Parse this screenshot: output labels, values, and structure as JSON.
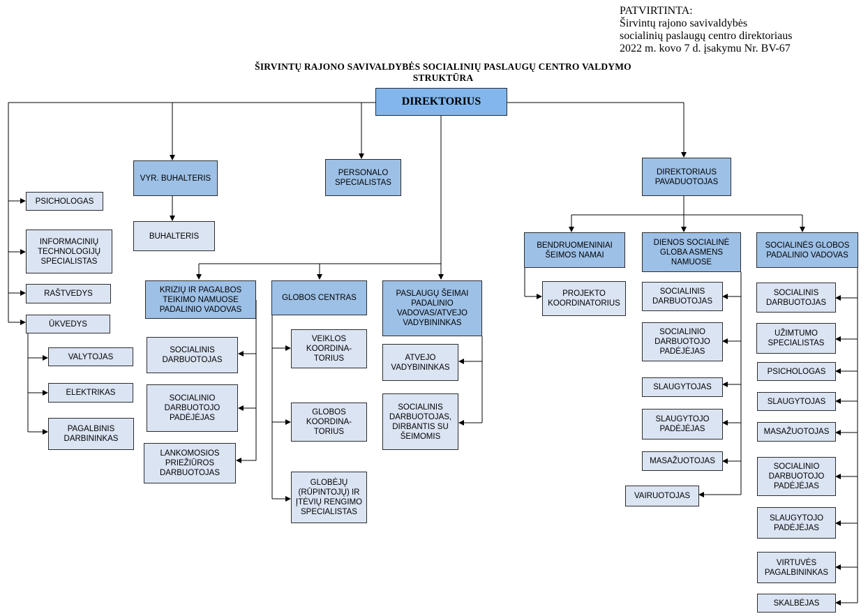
{
  "approval": {
    "line1": "PATVIRTINTA:",
    "line2": "Širvintų rajono savivaldybės",
    "line3": "socialinių paslaugų centro direktoriaus",
    "line4": "2022 m. kovo 7 d. įsakymu Nr. BV-67"
  },
  "title": {
    "line1": "ŠIRVINTŲ RAJONO SAVIVALDYBĖS SOCIALINIŲ PASLAUGŲ CENTRO VALDYMO",
    "line2": "STRUKTŪRA"
  },
  "colors": {
    "top": "#82b6ec",
    "unit": "#9dc0e6",
    "staff": "#dbe4f3",
    "border": "#2b2b2b"
  },
  "boxes": {
    "direktorius": "DIREKTORIUS",
    "vyr_buhalteris": "VYR. BUHALTERIS",
    "buhalteris": "BUHALTERIS",
    "personalo": "PERSONALO\nSPECIALISTAS",
    "pavaduotojas": "DIREKTORIAUS\nPAVADUOTOJAS",
    "psichologas_left": "PSICHOLOGAS",
    "it_specialistas": "INFORMACINIŲ\nTECHNOLOGIJŲ\nSPECIALISTAS",
    "rastvedys": "RAŠTVEDYS",
    "ukvedys": "ŪKVEDYS",
    "valytojas": "VALYTOJAS",
    "elektrikas": "ELEKTRIKAS",
    "pagalbinis": "PAGALBINIS\nDARBININKAS",
    "kriziu": "KRIZIŲ IR PAGALBOS\nTEIKIMO NAMUOSE\nPADALINIO VADOVAS",
    "kriziu_soc_darb": "SOCIALINIS\nDARBUOTOJAS",
    "kriziu_padejejas": "SOCIALINIO\nDARBUOTOJO\nPADĖJĖJAS",
    "lankomosios": "LANKOMOSIOS\nPRIEŽIŪROS\nDARBUOTOJAS",
    "globos_centras": "GLOBOS CENTRAS",
    "veiklos_koord": "VEIKLOS\nKOORDINA-\nTORIUS",
    "globos_koord": "GLOBOS\nKOORDINA-\nTORIUS",
    "globeju": "GLOBĖJŲ\n(RŪPINTOJŲ) IR\nĮTĖVIŲ RENGIMO\nSPECIALISTAS",
    "paslaugu_seimai": "PASLAUGŲ ŠEIMAI\nPADALINIO\nVADOVAS/ATVEJO\nVADYBININKAS",
    "atvejo_vadybininkas": "ATVEJO\nVADYBININKAS",
    "soc_darb_seimomis": "SOCIALINIS\nDARBUOTOJAS,\nDIRBANTIS SU\nŠEIMOMIS",
    "bendruomeniniai": "BENDRUOMENINIAI\nŠEIMOS NAMAI",
    "projekto_koord": "PROJEKTO\nKOORDINATORIUS",
    "dienos_globa": "DIENOS SOCIALINĖ\nGLOBA ASMENS\nNAMUOSE",
    "dg_soc_darb": "SOCIALINIS\nDARBUOTOJAS",
    "dg_padejejas": "SOCIALINIO\nDARBUOTOJO\nPADĖJĖJAS",
    "dg_slaugytojas": "SLAUGYTOJAS",
    "dg_slaug_padejejas": "SLAUGYTOJO\nPADĖJĖJAS",
    "dg_masazuotojas": "MASAŽUOTOJAS",
    "vairuotojas": "VAIRUOTOJAS",
    "soc_globos_vadovas": "SOCIALINĖS GLOBOS\nPADALINIO VADOVAS",
    "sg_soc_darb": "SOCIALINIS\nDARBUOTOJAS",
    "sg_uzimtumo": "UŽIMTUMO\nSPECIALISTAS",
    "sg_psichologas": "PSICHOLOGAS",
    "sg_slaugytojas": "SLAUGYTOJAS",
    "sg_masazuotojas": "MASAŽUOTOJAS",
    "sg_padejejas": "SOCIALINIO\nDARBUOTOJO\nPADĖJĖJAS",
    "sg_slaug_padejejas": "SLAUGYTOJO\nPADĖJĖJAS",
    "sg_virtuves": "VIRTUVĖS\nPAGALBININKAS",
    "sg_skalbeja": "SKALBĖJAS"
  }
}
